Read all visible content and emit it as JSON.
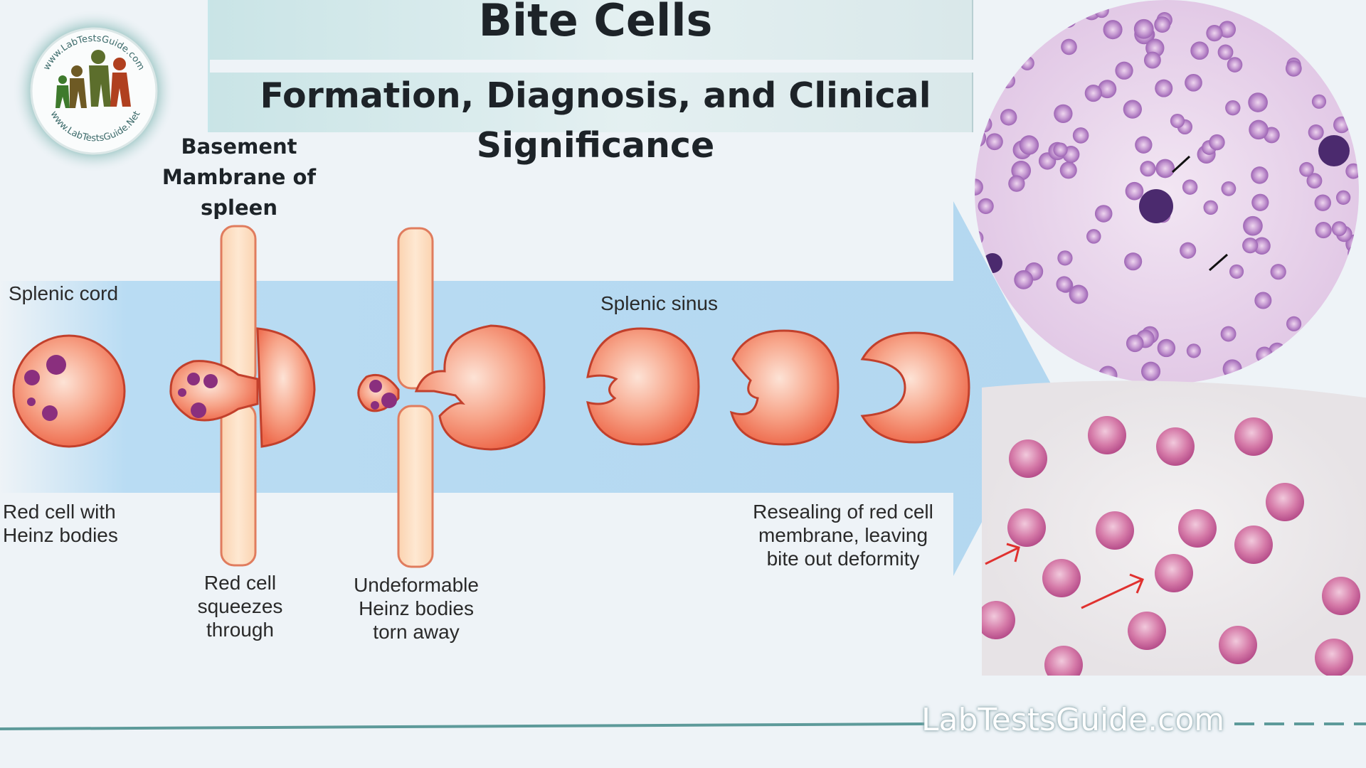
{
  "header": {
    "title": "Bite Cells",
    "subtitle": "Formation, Diagnosis, and Clinical Significance"
  },
  "logo": {
    "text_top": "www.LabTestsGuide.com",
    "text_bottom": "www.LabTestsGuide.Net"
  },
  "diagram": {
    "membrane_label": "Basement Mambrane of spleen",
    "splenic_cord_label": "Splenic cord",
    "splenic_sinus_label": "Splenic sinus",
    "stage_labels": {
      "heinz": "Red cell with Heinz bodies",
      "squeeze": "Red cell squeezes through",
      "torn": "Undeformable Heinz bodies torn away",
      "reseal": "Resealing of red cell membrane, leaving bite out deformity"
    }
  },
  "watermark": "LabTestsGuide.com",
  "colors": {
    "band_blue": "#b9dcf3",
    "cell_fill": "#f27a5c",
    "cell_outline": "#c2402c",
    "heinz_body": "#8a2f7e",
    "membrane_fill": "#fde0c6",
    "teal_line": "#5d9a9a"
  }
}
